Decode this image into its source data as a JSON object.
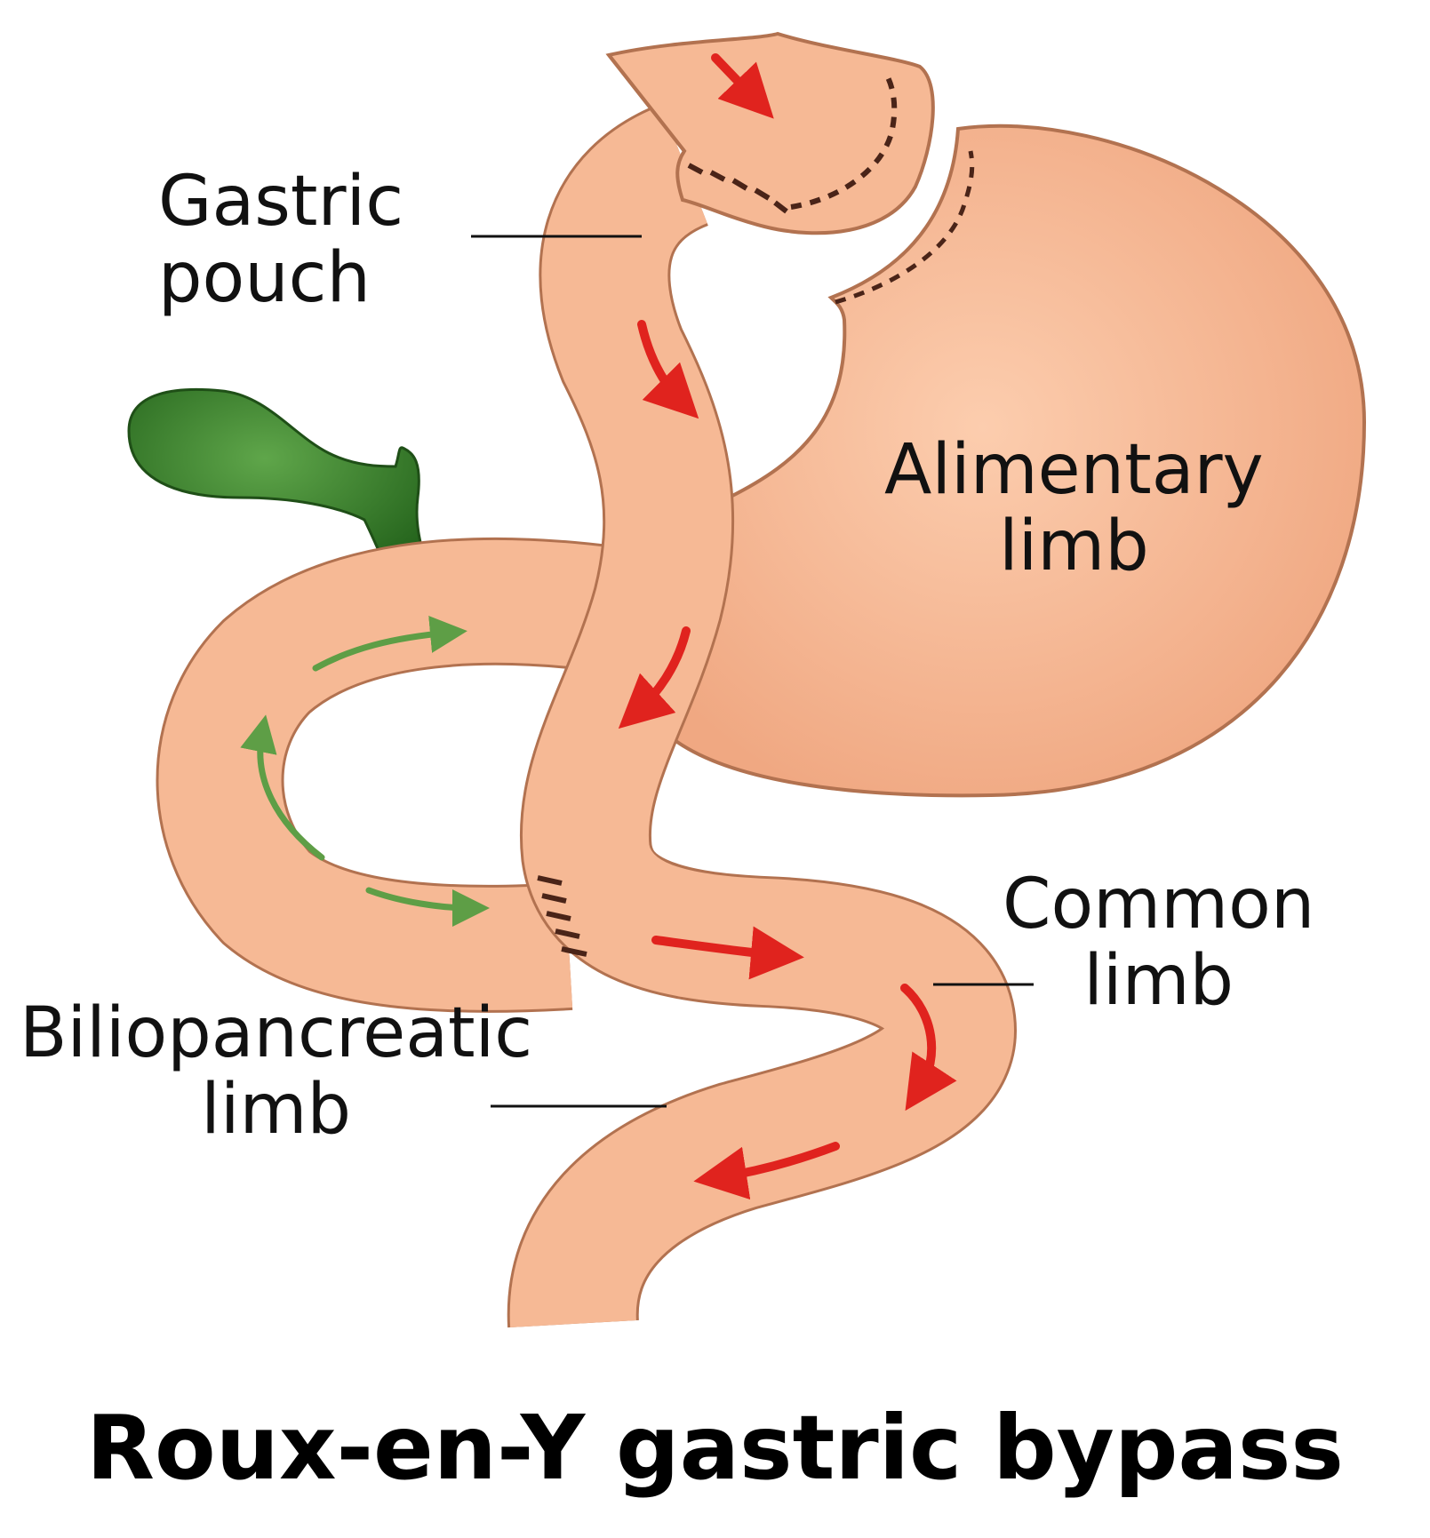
{
  "title": "Roux-en-Y gastric bypass",
  "labels": {
    "gastric_pouch": [
      "Gastric",
      "pouch"
    ],
    "alimentary_limb": [
      "Alimentary",
      "limb"
    ],
    "common_limb": [
      "Common",
      "limb"
    ],
    "biliopancreatic_limb": [
      "Biliopancreatic",
      "limb"
    ]
  },
  "colors": {
    "tissue_fill": "#F6B995",
    "tissue_stroke": "#B27250",
    "food_flow_arrow": "#E0231E",
    "bile_flow_arrow": "#5E9E46",
    "gallbladder": "#2F7A22",
    "staple_line": "#4A2418",
    "leader_line": "#111111"
  }
}
